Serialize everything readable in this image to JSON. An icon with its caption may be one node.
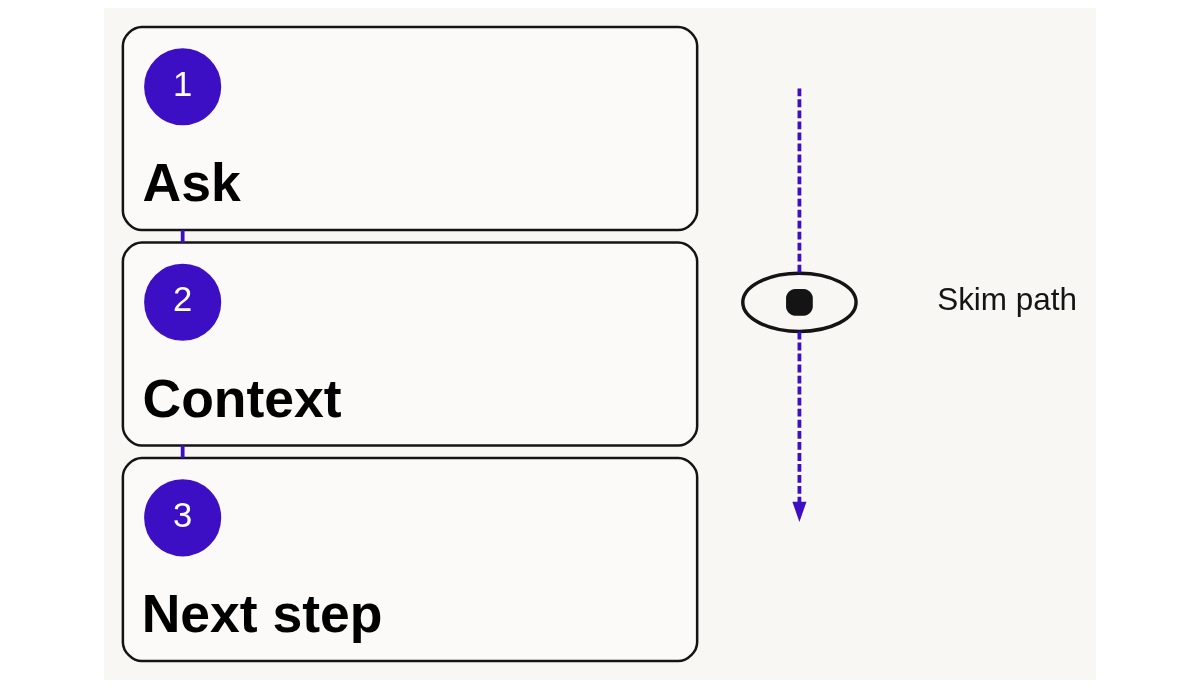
{
  "diagram": {
    "nodes": [
      {
        "text": [
          "Ask"
        ]
      },
      {
        "text": [
          "1"
        ],
        "in": 0
      },
      {
        "text": [
          "Context"
        ]
      },
      {
        "text": [
          "2"
        ],
        "in": 2
      },
      {
        "text": [
          "Next step"
        ]
      },
      {
        "text": [
          "3"
        ],
        "in": 4
      },
      {
        "text": [],
        "shape": "eye",
        "beside": [
          "Skim path"
        ]
      }
    ],
    "edges": [
      {
        "from": 0,
        "to": 2,
        "arrow": "none"
      },
      {
        "from": 2,
        "to": 4,
        "arrow": "none"
      },
      {
        "from": null,
        "to": 6,
        "arrow": "none",
        "style": "dashed"
      },
      {
        "from": 6,
        "to": null,
        "arrow": "to",
        "style": "dashed"
      }
    ]
  }
}
